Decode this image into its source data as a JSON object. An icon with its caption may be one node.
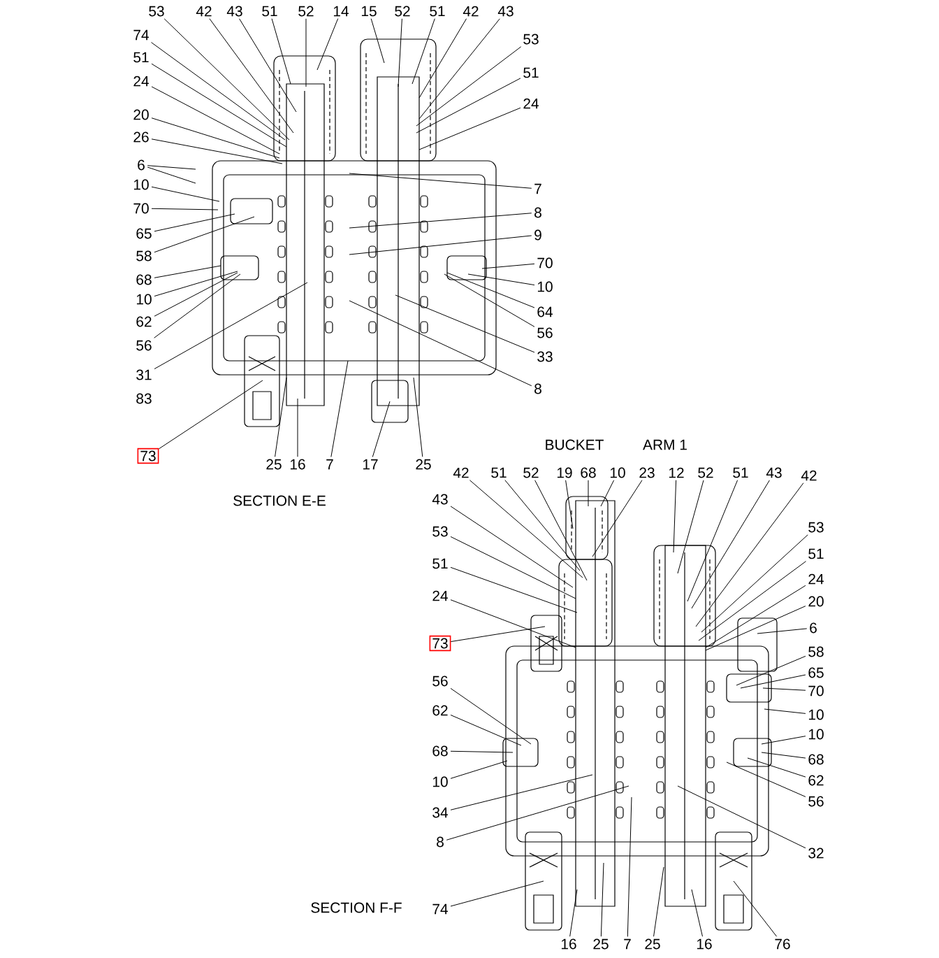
{
  "diagram": {
    "nodes": [
      {
        "text": [
          "53"
        ]
      },
      {
        "text": [
          "42"
        ]
      },
      {
        "text": [
          "43"
        ]
      },
      {
        "text": [
          "51"
        ]
      },
      {
        "text": [
          "52"
        ]
      },
      {
        "text": [
          "14"
        ]
      },
      {
        "text": [
          "15"
        ]
      },
      {
        "text": [
          "52"
        ]
      },
      {
        "text": [
          "51"
        ]
      },
      {
        "text": [
          "42"
        ]
      },
      {
        "text": [
          "43"
        ]
      },
      {
        "text": [
          "74"
        ]
      },
      {
        "text": [
          "51"
        ]
      },
      {
        "text": [
          "24"
        ]
      },
      {
        "text": [
          "53"
        ]
      },
      {
        "text": [
          "51"
        ]
      },
      {
        "text": [
          "24"
        ]
      },
      {
        "text": [
          "20"
        ]
      },
      {
        "text": [
          "26"
        ]
      },
      {
        "text": [
          "6"
        ]
      },
      {
        "text": [
          "10"
        ]
      },
      {
        "text": [
          "7"
        ]
      },
      {
        "text": [
          "70"
        ]
      },
      {
        "text": [
          "8"
        ]
      },
      {
        "text": [
          "65"
        ]
      },
      {
        "text": [
          "9"
        ]
      },
      {
        "text": [
          "58"
        ]
      },
      {
        "text": [
          "70"
        ]
      },
      {
        "text": [
          "68"
        ]
      },
      {
        "text": [
          "10"
        ]
      },
      {
        "text": [
          "10"
        ]
      },
      {
        "text": [
          "64"
        ]
      },
      {
        "text": [
          "62"
        ]
      },
      {
        "text": [
          "56"
        ]
      },
      {
        "text": [
          "56"
        ]
      },
      {
        "text": [
          "33"
        ]
      },
      {
        "text": [
          "31"
        ]
      },
      {
        "text": [
          "8"
        ]
      },
      {
        "text": [
          "73"
        ]
      },
      {
        "text": [
          "25"
        ]
      },
      {
        "text": [
          "16"
        ]
      },
      {
        "text": [
          "7"
        ]
      },
      {
        "text": [
          "17"
        ]
      },
      {
        "text": [
          "25"
        ]
      },
      {
        "text": [
          "42"
        ]
      },
      {
        "text": [
          "51"
        ]
      },
      {
        "text": [
          "52"
        ]
      },
      {
        "text": [
          "19"
        ]
      },
      {
        "text": [
          "68"
        ]
      },
      {
        "text": [
          "10"
        ]
      },
      {
        "text": [
          "23"
        ]
      },
      {
        "text": [
          "12"
        ]
      },
      {
        "text": [
          "52"
        ]
      },
      {
        "text": [
          "51"
        ]
      },
      {
        "text": [
          "43"
        ]
      },
      {
        "text": [
          "42"
        ]
      },
      {
        "text": [
          "43"
        ]
      },
      {
        "text": [
          "53"
        ]
      },
      {
        "text": [
          "53"
        ]
      },
      {
        "text": [
          "51"
        ]
      },
      {
        "text": [
          "51"
        ]
      },
      {
        "text": [
          "24"
        ]
      },
      {
        "text": [
          "24"
        ]
      },
      {
        "text": [
          "20"
        ]
      },
      {
        "text": [
          "6"
        ]
      },
      {
        "text": [
          "73"
        ]
      },
      {
        "text": [
          "58"
        ]
      },
      {
        "text": [
          "65"
        ]
      },
      {
        "text": [
          "56"
        ]
      },
      {
        "text": [
          "70"
        ]
      },
      {
        "text": [
          "62"
        ]
      },
      {
        "text": [
          "10"
        ]
      },
      {
        "text": [
          "10"
        ]
      },
      {
        "text": [
          "68"
        ]
      },
      {
        "text": [
          "68"
        ]
      },
      {
        "text": [
          "10"
        ]
      },
      {
        "text": [
          "62"
        ]
      },
      {
        "text": [
          "56"
        ]
      },
      {
        "text": [
          "34"
        ]
      },
      {
        "text": [
          "8"
        ]
      },
      {
        "text": [
          "32"
        ]
      },
      {
        "text": [
          "74"
        ]
      },
      {
        "text": [
          "16"
        ]
      },
      {
        "text": [
          "25"
        ]
      },
      {
        "text": [
          "7"
        ]
      },
      {
        "text": [
          "25"
        ]
      },
      {
        "text": [
          "16"
        ]
      },
      {
        "text": [
          "76"
        ]
      }
    ],
    "edges": [
      {
        "from": 0,
        "to": null,
        "arrow": "none"
      },
      {
        "from": 1,
        "to": null,
        "arrow": "none"
      },
      {
        "from": 2,
        "to": null,
        "arrow": "none"
      },
      {
        "from": 3,
        "to": null,
        "arrow": "none"
      },
      {
        "from": 4,
        "to": null,
        "arrow": "none"
      },
      {
        "from": 5,
        "to": null,
        "arrow": "none"
      },
      {
        "from": 6,
        "to": null,
        "arrow": "none"
      },
      {
        "from": 7,
        "to": null,
        "arrow": "none"
      },
      {
        "from": 8,
        "to": null,
        "arrow": "none"
      },
      {
        "from": 9,
        "to": null,
        "arrow": "none"
      },
      {
        "from": 10,
        "to": null,
        "arrow": "none"
      },
      {
        "from": 11,
        "to": null,
        "arrow": "none"
      },
      {
        "from": 12,
        "to": null,
        "arrow": "none"
      },
      {
        "from": 13,
        "to": null,
        "arrow": "none"
      },
      {
        "from": 14,
        "to": null,
        "arrow": "none"
      },
      {
        "from": 15,
        "to": null,
        "arrow": "none"
      },
      {
        "from": 16,
        "to": null,
        "arrow": "none"
      },
      {
        "from": 17,
        "to": null,
        "arrow": "none"
      },
      {
        "from": 18,
        "to": null,
        "arrow": "none"
      },
      {
        "from": 19,
        "to": null,
        "arrow": "none"
      },
      {
        "from": 19,
        "to": null,
        "arrow": "none"
      },
      {
        "from": 20,
        "to": null,
        "arrow": "none"
      },
      {
        "from": 21,
        "to": null,
        "arrow": "none"
      },
      {
        "from": 22,
        "to": null,
        "arrow": "none"
      },
      {
        "from": 23,
        "to": null,
        "arrow": "none"
      },
      {
        "from": 24,
        "to": null,
        "arrow": "none"
      },
      {
        "from": 25,
        "to": null,
        "arrow": "none"
      },
      {
        "from": 26,
        "to": null,
        "arrow": "none"
      },
      {
        "from": 27,
        "to": null,
        "arrow": "none"
      },
      {
        "from": 28,
        "to": null,
        "arrow": "none"
      },
      {
        "from": 29,
        "to": null,
        "arrow": "none"
      },
      {
        "from": 30,
        "to": null,
        "arrow": "none"
      },
      {
        "from": 31,
        "to": null,
        "arrow": "none"
      },
      {
        "from": 32,
        "to": null,
        "arrow": "none"
      },
      {
        "from": 33,
        "to": null,
        "arrow": "none"
      },
      {
        "from": 34,
        "to": null,
        "arrow": "none"
      },
      {
        "from": 35,
        "to": null,
        "arrow": "none"
      },
      {
        "from": 36,
        "to": null,
        "arrow": "none"
      },
      {
        "from": 37,
        "to": null,
        "arrow": "none"
      },
      {
        "from": 38,
        "to": null,
        "arrow": "none"
      },
      {
        "from": 39,
        "to": null,
        "arrow": "none"
      },
      {
        "from": 40,
        "to": null,
        "arrow": "none"
      },
      {
        "from": 41,
        "to": null,
        "arrow": "none"
      },
      {
        "from": 42,
        "to": null,
        "arrow": "none"
      },
      {
        "from": 43,
        "to": null,
        "arrow": "none"
      },
      {
        "from": 44,
        "to": null,
        "arrow": "none"
      },
      {
        "from": 45,
        "to": null,
        "arrow": "none"
      },
      {
        "from": 46,
        "to": null,
        "arrow": "none"
      },
      {
        "from": 47,
        "to": null,
        "arrow": "none"
      },
      {
        "from": 48,
        "to": null,
        "arrow": "none"
      },
      {
        "from": 49,
        "to": null,
        "arrow": "none"
      },
      {
        "from": 50,
        "to": null,
        "arrow": "none"
      },
      {
        "from": 51,
        "to": null,
        "arrow": "none"
      },
      {
        "from": 52,
        "to": null,
        "arrow": "none"
      },
      {
        "from": 53,
        "to": null,
        "arrow": "none"
      },
      {
        "from": 54,
        "to": null,
        "arrow": "none"
      },
      {
        "from": 55,
        "to": null,
        "arrow": "none"
      },
      {
        "from": 56,
        "to": null,
        "arrow": "none"
      },
      {
        "from": 57,
        "to": null,
        "arrow": "none"
      },
      {
        "from": 58,
        "to": null,
        "arrow": "none"
      },
      {
        "from": 59,
        "to": null,
        "arrow": "none"
      },
      {
        "from": 60,
        "to": null,
        "arrow": "none"
      },
      {
        "from": 61,
        "to": null,
        "arrow": "none"
      },
      {
        "from": 62,
        "to": null,
        "arrow": "none"
      },
      {
        "from": 63,
        "to": null,
        "arrow": "none"
      },
      {
        "from": 64,
        "to": null,
        "arrow": "none"
      },
      {
        "from": 65,
        "to": null,
        "arrow": "none"
      },
      {
        "from": 66,
        "to": null,
        "arrow": "none"
      },
      {
        "from": 67,
        "to": null,
        "arrow": "none"
      },
      {
        "from": 68,
        "to": null,
        "arrow": "none"
      },
      {
        "from": 69,
        "to": null,
        "arrow": "none"
      },
      {
        "from": 70,
        "to": null,
        "arrow": "none"
      },
      {
        "from": 71,
        "to": null,
        "arrow": "none"
      },
      {
        "from": 72,
        "to": null,
        "arrow": "none"
      },
      {
        "from": 73,
        "to": null,
        "arrow": "none"
      },
      {
        "from": 74,
        "to": null,
        "arrow": "none"
      },
      {
        "from": 75,
        "to": null,
        "arrow": "none"
      },
      {
        "from": 76,
        "to": null,
        "arrow": "none"
      },
      {
        "from": 77,
        "to": null,
        "arrow": "none"
      },
      {
        "from": 78,
        "to": null,
        "arrow": "none"
      },
      {
        "from": 79,
        "to": null,
        "arrow": "none"
      },
      {
        "from": 80,
        "to": null,
        "arrow": "none"
      },
      {
        "from": 81,
        "to": null,
        "arrow": "none"
      },
      {
        "from": 82,
        "to": null,
        "arrow": "none"
      },
      {
        "from": 83,
        "to": null,
        "arrow": "none"
      },
      {
        "from": 84,
        "to": null,
        "arrow": "none"
      },
      {
        "from": 85,
        "to": null,
        "arrow": "none"
      },
      {
        "from": 86,
        "to": null,
        "arrow": "none"
      },
      {
        "from": 87,
        "to": null,
        "arrow": "none"
      }
    ],
    "labels": [
      "83",
      "BUCKET",
      "ARM 1",
      "SECTION E-E",
      "SECTION F-F"
    ]
  }
}
